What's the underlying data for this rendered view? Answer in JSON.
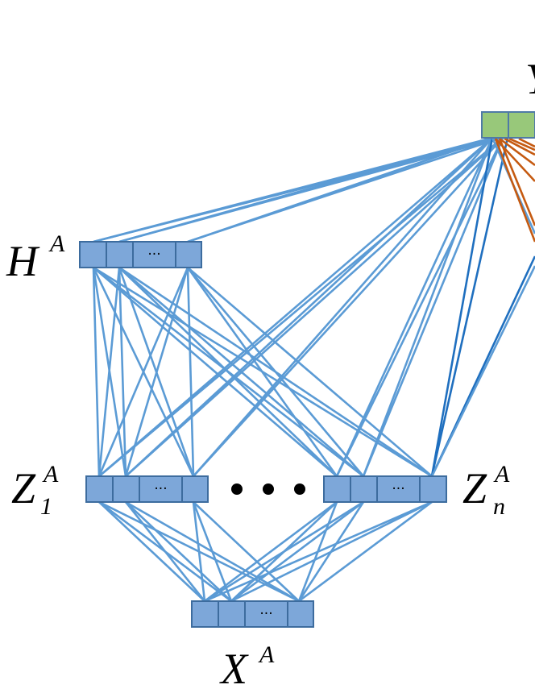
{
  "labels": {
    "h": {
      "main": "H",
      "sup": "A",
      "sub": ""
    },
    "z1": {
      "main": "Z",
      "sup": "A",
      "sub": "1"
    },
    "zn": {
      "main": "Z",
      "sup": "A",
      "sub": "n"
    },
    "x": {
      "main": "X",
      "sup": "A",
      "sub": ""
    },
    "top_partial": "Y"
  },
  "cell_ellipsis": "···",
  "colors": {
    "node_blue": "#7da7d9",
    "node_green": "#98c87a",
    "edge_blue": "#5b9bd5",
    "edge_dark_blue": "#1f6fbf",
    "edge_orange": "#c55a11"
  }
}
